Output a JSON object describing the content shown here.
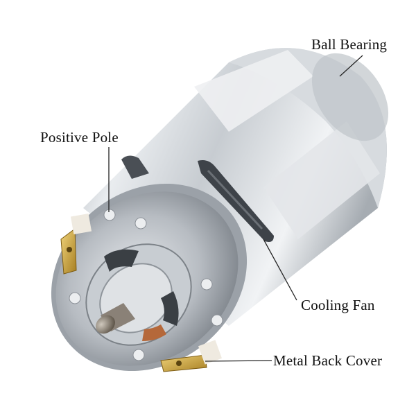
{
  "labels": {
    "ball_bearing": "Ball Bearing",
    "positive_pole": "Positive Pole",
    "cooling_fan": "Cooling Fan",
    "metal_back_cover": "Metal Back Cover"
  },
  "colors": {
    "background": "#ffffff",
    "metal_light": "#e4e7ea",
    "metal_mid": "#b9bec4",
    "metal_dark": "#6d737a",
    "brass": "#c9a23a",
    "leader_line": "#222222"
  }
}
